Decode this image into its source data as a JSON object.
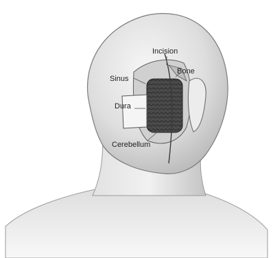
{
  "labels": {
    "incision": "Incision",
    "bone": "Bone",
    "sinus": "Sinus",
    "dura": "Dura",
    "cerebellum": "Cerebellum"
  },
  "colors": {
    "skin_light": "#f1f1f1",
    "skin_shadow": "#c8c8c8",
    "outline": "#6f6f6f",
    "cerebellum_dark": "#3e3e3e",
    "label_text": "#1f1f1f"
  }
}
